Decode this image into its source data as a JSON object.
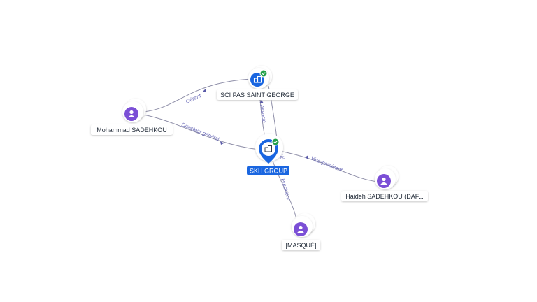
{
  "colors": {
    "person": "#7b4fd6",
    "company": "#1a66e0",
    "selected": "#1a66e0",
    "check": "#22a04a",
    "edge": "#8e8ea8",
    "edge_label": "#6b6bb8"
  },
  "nodes": [
    {
      "id": "sci",
      "label": "SCI PAS SAINT GEORGE",
      "kind": "company",
      "icon": "building-icon",
      "verified": true
    },
    {
      "id": "skh",
      "label": "SKH GROUP",
      "kind": "company-selected",
      "icon": "building-icon",
      "verified": true
    },
    {
      "id": "moh",
      "label": "Mohammad SADEHKOU",
      "kind": "person",
      "icon": "person-icon",
      "verified": false
    },
    {
      "id": "hai",
      "label": "Haideh SADEHKOU (DAF...",
      "kind": "person",
      "icon": "person-icon",
      "verified": false
    },
    {
      "id": "mas",
      "label": "[MASQUÉ]",
      "kind": "person",
      "icon": "person-icon",
      "verified": false
    }
  ],
  "edges": [
    {
      "id": "e1",
      "from": "moh",
      "to": "sci",
      "label": "Gérant"
    },
    {
      "id": "e2",
      "from": "moh",
      "to": "skh",
      "label": "Directeur général"
    },
    {
      "id": "e3",
      "from": "skh",
      "to": "sci",
      "label": "Associé"
    },
    {
      "id": "e4",
      "from": "skh",
      "to": "sci",
      "label": "Associé"
    },
    {
      "id": "e5",
      "from": "hai",
      "to": "skh",
      "label": "Vice-président"
    },
    {
      "id": "e6",
      "from": "mas",
      "to": "skh",
      "label": "Président"
    }
  ]
}
